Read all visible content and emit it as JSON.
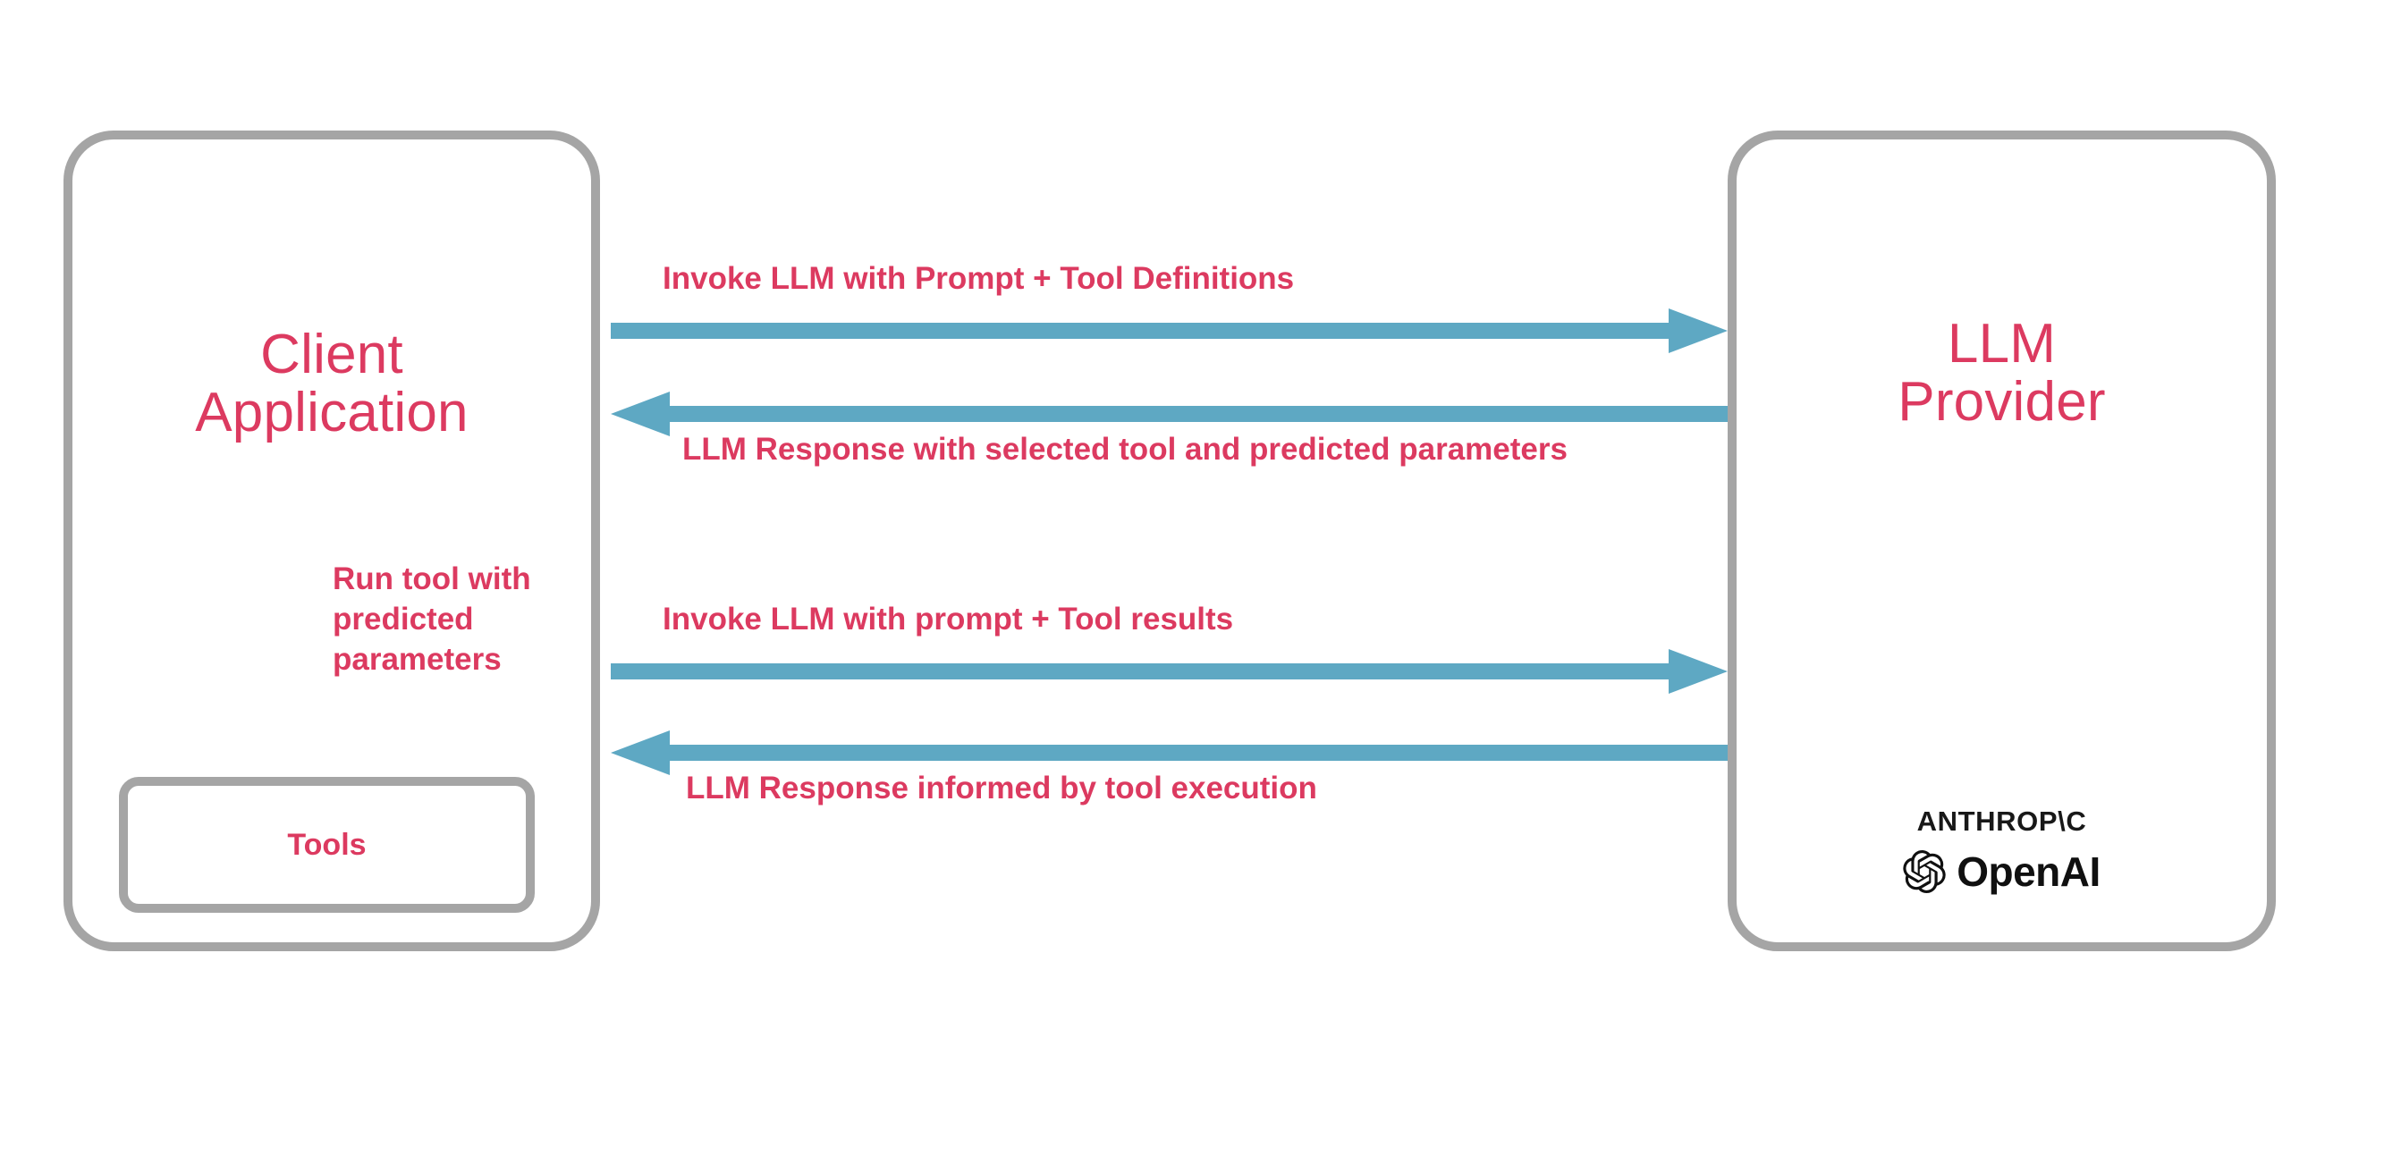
{
  "diagram": {
    "title": "LLM tool-calling interaction flow",
    "colors": {
      "accent_pink": "#dc3a60",
      "arrow_blue": "#5ea8c3",
      "box_gray": "#a5a5a5",
      "background": "#ffffff",
      "logo_black": "#101010"
    },
    "nodes": {
      "client": {
        "title_line1": "Client",
        "title_line2": "Application",
        "tools_label": "Tools"
      },
      "provider": {
        "title_line1": "LLM",
        "title_line2": "Provider",
        "brands": [
          {
            "name": "anthropic-wordmark",
            "text": "ANTHROP\\C"
          },
          {
            "name": "openai-wordmark",
            "text": "OpenAI"
          }
        ]
      }
    },
    "flows": [
      {
        "id": "invoke-1",
        "label": "Invoke LLM with Prompt + Tool Definitions",
        "direction": "client-to-provider"
      },
      {
        "id": "response-1",
        "label": "LLM Response with selected tool and predicted parameters",
        "direction": "provider-to-client"
      },
      {
        "id": "invoke-2",
        "label": "Invoke LLM with prompt + Tool results",
        "direction": "client-to-provider"
      },
      {
        "id": "response-2",
        "label": "LLM Response informed by tool execution",
        "direction": "provider-to-client"
      },
      {
        "id": "run-tool",
        "label": "Run tool with predicted parameters",
        "direction": "client-to-tools"
      }
    ]
  }
}
